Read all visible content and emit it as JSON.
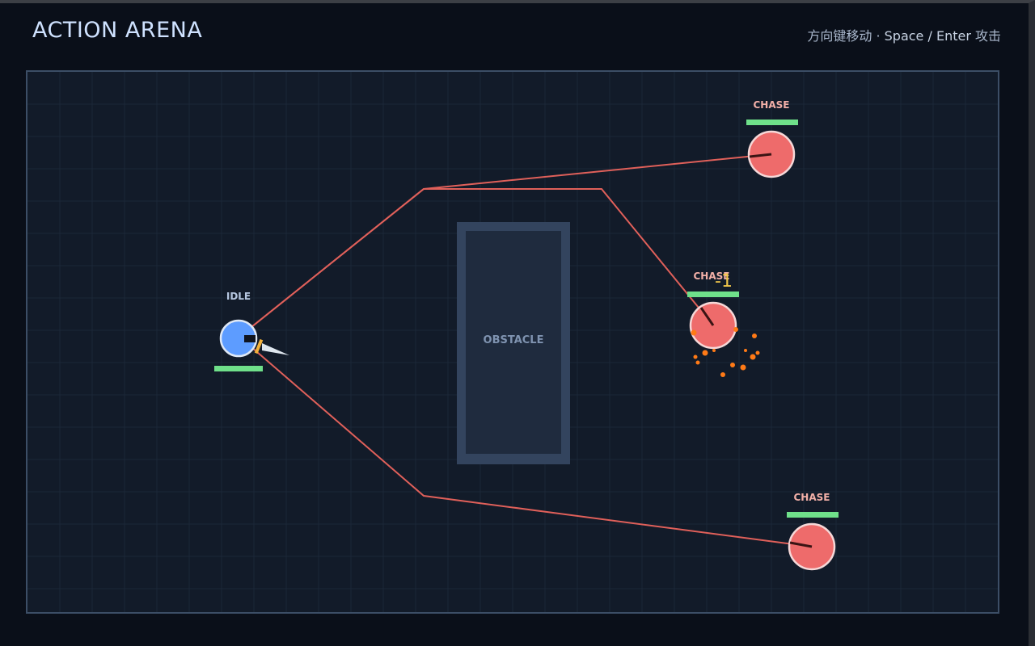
{
  "header": {
    "title": "ACTION ARENA",
    "hint_move": "方向键移动",
    "hint_sep": " · ",
    "hint_attack_keys": "Space / Enter",
    "hint_attack": " 攻击"
  },
  "arena": {
    "obstacle_label": "OBSTACLE",
    "player": {
      "state": "IDLE",
      "color": "#5d9cff",
      "health": 1.0,
      "weapon": "sword-icon"
    },
    "enemies": [
      {
        "id": "enemy-top",
        "state": "CHASE",
        "health": 1.0,
        "color": "#ee6b6b"
      },
      {
        "id": "enemy-mid",
        "state": "CHASE",
        "health": 1.0,
        "color": "#ee6b6b",
        "damage_popup": "-1"
      },
      {
        "id": "enemy-bottom",
        "state": "CHASE",
        "health": 1.0,
        "color": "#ee6b6b"
      }
    ],
    "colors": {
      "grid": "#1b2738",
      "path": "#e0605a",
      "health": "#6fe08a",
      "particles": "#ff7a16",
      "damage_text": "#f2c84b"
    }
  }
}
